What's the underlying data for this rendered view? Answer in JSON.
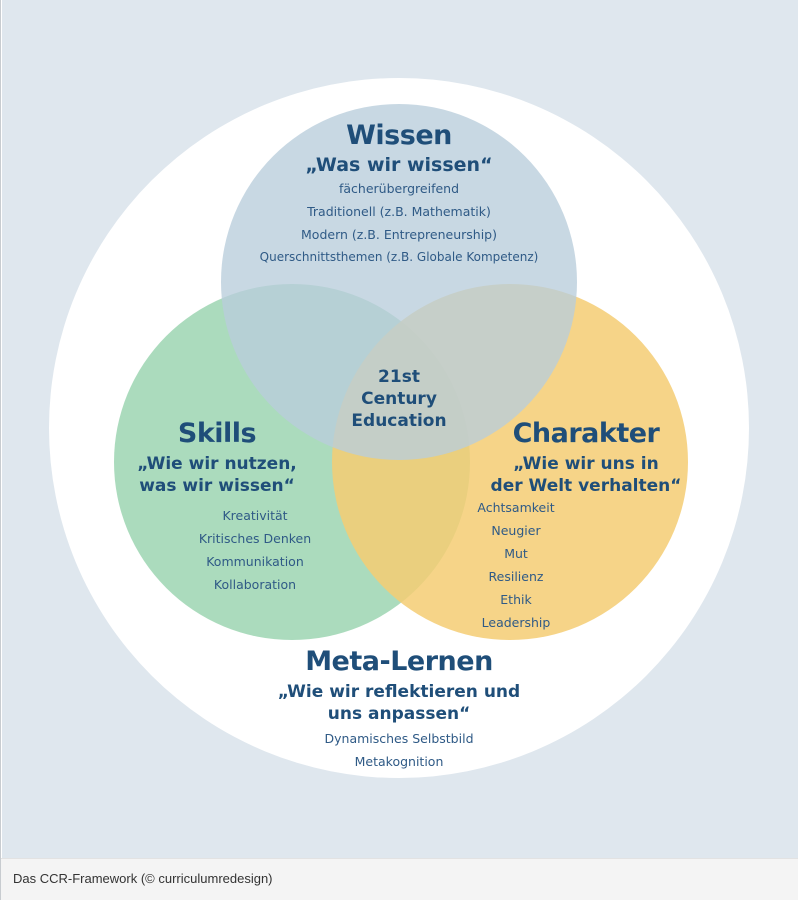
{
  "diagram": {
    "wissen": {
      "title": "Wissen",
      "quote": "„Was wir wissen“",
      "items": [
        "fächerübergreifend",
        "Traditionell (z.B. Mathematik)",
        "Modern (z.B. Entrepreneurship)",
        "Querschnittsthemen (z.B. Globale Kompetenz)"
      ],
      "color": "#b8cddb"
    },
    "skills": {
      "title": "Skills",
      "quote_line1": "„Wie wir nutzen,",
      "quote_line2": "was wir wissen“",
      "items": [
        "Kreativität",
        "Kritisches Denken",
        "Kommunikation",
        "Kollaboration"
      ],
      "color": "#9fd6b4"
    },
    "charakter": {
      "title": "Charakter",
      "quote_line1": "„Wie wir uns in",
      "quote_line2": "der Welt verhalten“",
      "items": [
        "Achtsamkeit",
        "Neugier",
        "Mut",
        "Resilienz",
        "Ethik",
        "Leadership"
      ],
      "color": "#f5cd73"
    },
    "center": {
      "line1": "21st",
      "line2": "Century",
      "line3": "Education"
    },
    "meta": {
      "title": "Meta-Lernen",
      "quote_line1": "„Wie wir reflektieren und",
      "quote_line2": "uns anpassen“",
      "items": [
        "Dynamisches Selbstbild",
        "Metakognition"
      ],
      "color": "#ffffff"
    },
    "background_color": "#dfe7ee"
  },
  "caption": "Das CCR-Framework (© curriculumredesign)"
}
